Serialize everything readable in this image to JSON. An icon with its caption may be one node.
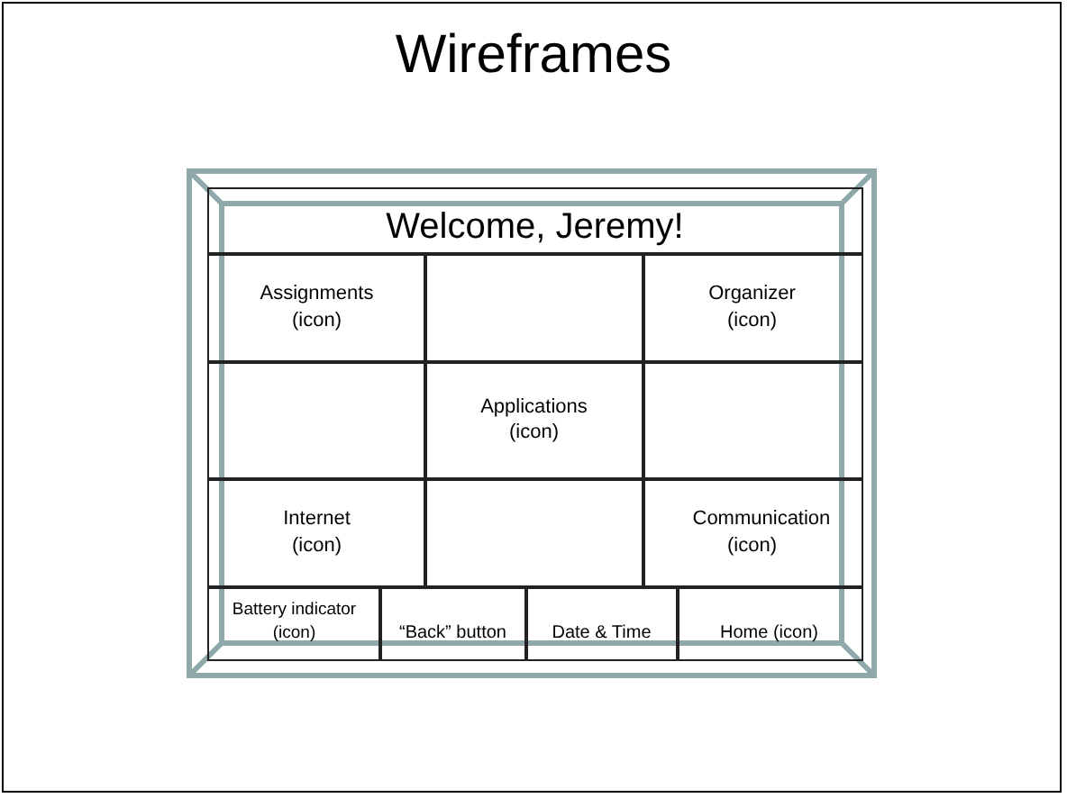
{
  "diagram": {
    "title": "Wireframes",
    "nodes": [
      {
        "text": [
          "Welcome, Jeremy!"
        ]
      },
      {
        "text": [
          "Assignments (icon)"
        ]
      },
      {
        "text": [],
        "shape": "box"
      },
      {
        "text": [
          "Organizer (icon)"
        ]
      },
      {
        "text": [],
        "shape": "box"
      },
      {
        "text": [
          "Applications (icon)"
        ]
      },
      {
        "text": [],
        "shape": "box"
      },
      {
        "text": [
          "Internet (icon)"
        ]
      },
      {
        "text": [],
        "shape": "box"
      },
      {
        "text": [
          "Communication (icon)"
        ]
      },
      {
        "text": [
          "Battery indicator (icon)"
        ]
      },
      {
        "text": [
          "“Back” button"
        ]
      },
      {
        "text": [
          "Date & Time"
        ]
      },
      {
        "text": [
          "Home (icon)"
        ]
      }
    ]
  }
}
